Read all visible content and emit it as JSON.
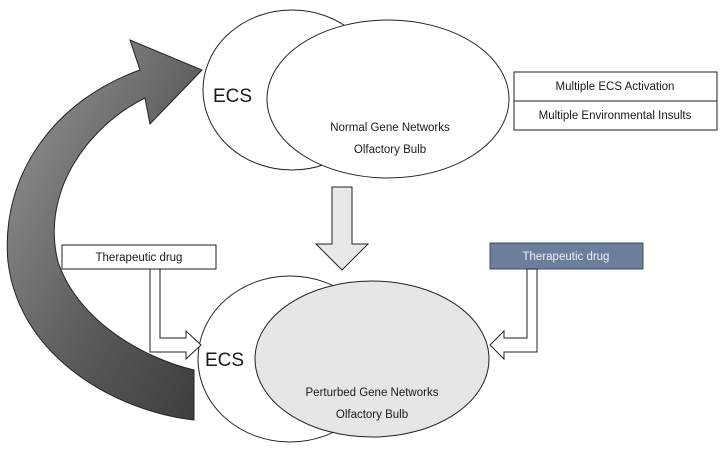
{
  "top_cluster": {
    "ecs_label": "ECS",
    "network_line1": "Normal Gene Networks",
    "network_line2": "Olfactory Bulb"
  },
  "bottom_cluster": {
    "ecs_label": "ECS",
    "network_line1": "Perturbed Gene Networks",
    "network_line2": "Olfactory Bulb"
  },
  "factors_box": {
    "line1": "Multiple ECS Activation",
    "line2": "Multiple Environmental Insults"
  },
  "drug_left": {
    "label": "Therapeutic drug"
  },
  "drug_right": {
    "label": "Therapeutic drug",
    "fill": "#6b7e9b"
  },
  "colors": {
    "perturbed_fill": "#e6e6e6",
    "curved_arrow_dark": "#3c3c3c",
    "curved_arrow_light": "#9a9a9a",
    "down_arrow_fill": "#e8e8e8"
  }
}
